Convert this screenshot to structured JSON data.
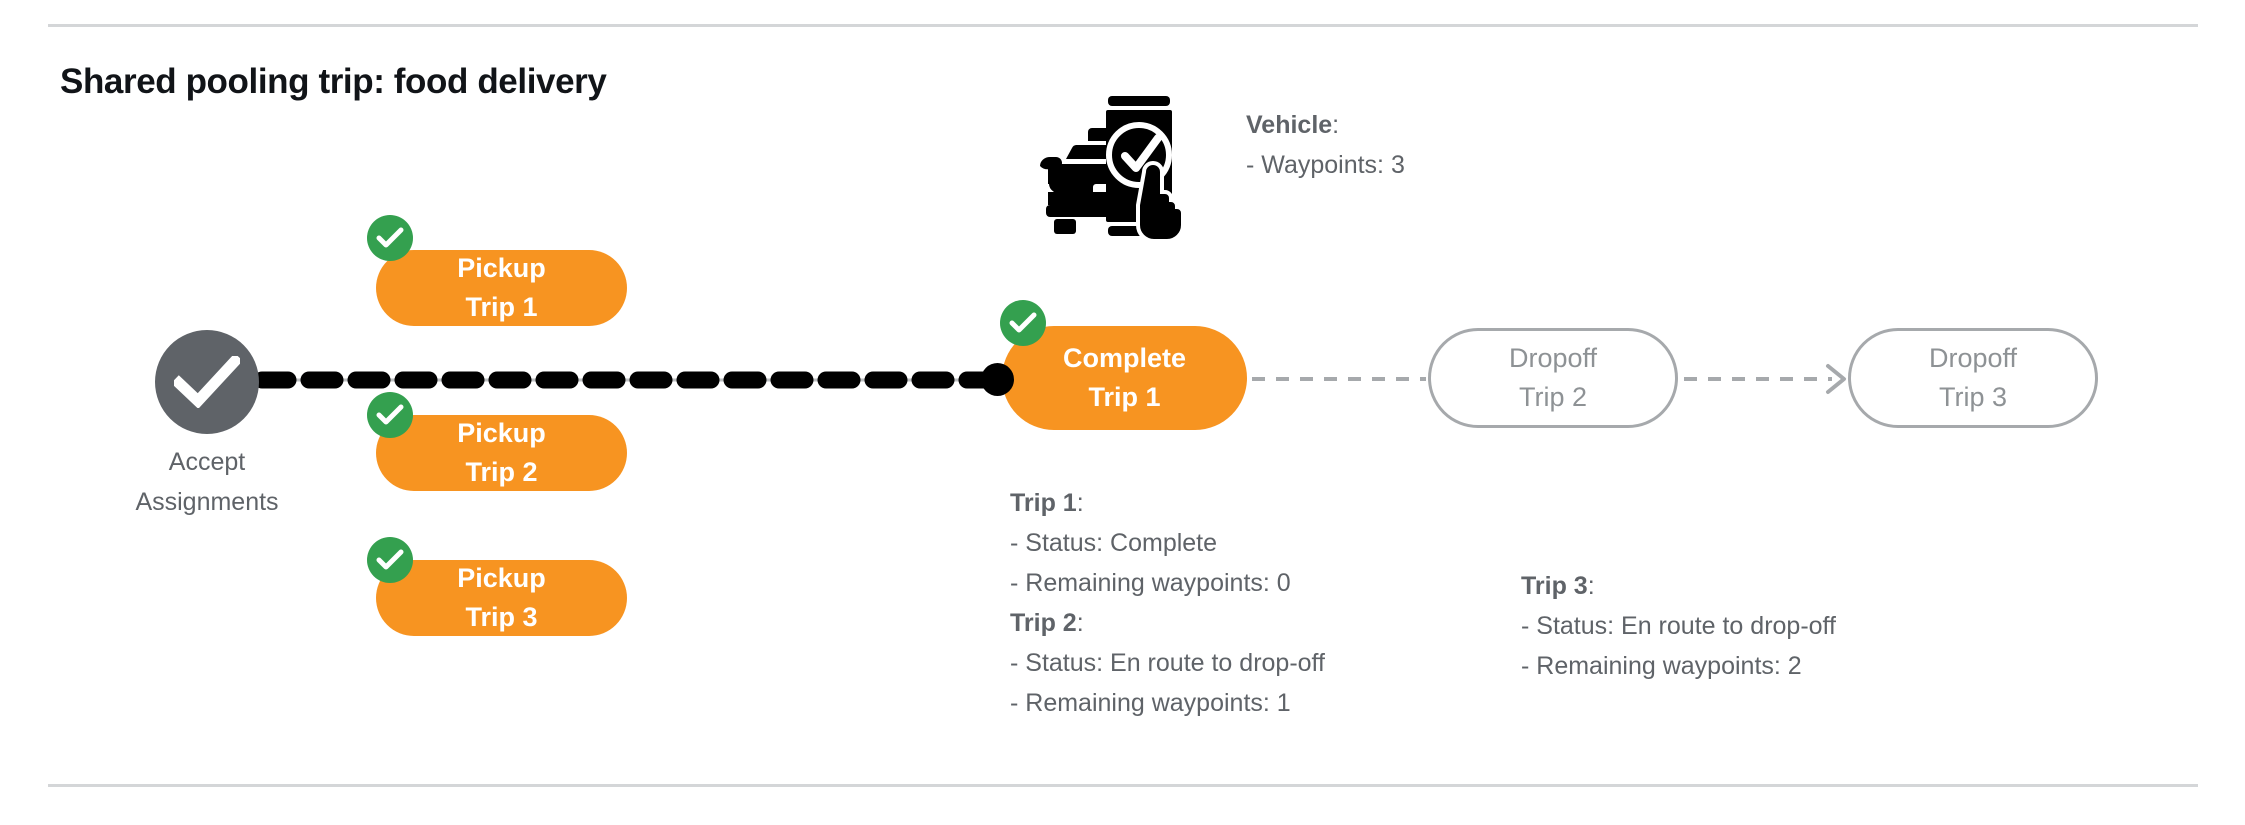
{
  "slide": {
    "title": "Shared pooling trip: food delivery",
    "colors": {
      "accent_orange": "#f79421",
      "check_green": "#34a04f",
      "node_gray": "#5f6368",
      "outline_gray": "#a6a9ac",
      "divider_gray": "#d4d6d8",
      "route_black": "#000000"
    }
  },
  "start_node": {
    "icon": "check-icon",
    "label_line1": "Accept",
    "label_line2": "Assignments"
  },
  "vehicle": {
    "icon": "vehicle-phone-check-icon",
    "heading": "Vehicle",
    "heading_suffix": ":",
    "detail": "- Waypoints: 3"
  },
  "pickups": [
    {
      "line1": "Pickup",
      "line2": "Trip 1",
      "badge": "check-icon",
      "completed": true
    },
    {
      "line1": "Pickup",
      "line2": "Trip 2",
      "badge": "check-icon",
      "completed": true
    },
    {
      "line1": "Pickup",
      "line2": "Trip 3",
      "badge": "check-icon",
      "completed": true
    }
  ],
  "complete_node": {
    "line1": "Complete",
    "line2": "Trip 1",
    "badge": "check-icon",
    "completed": true
  },
  "dropoffs": [
    {
      "line1": "Dropoff",
      "line2": "Trip 2",
      "completed": false
    },
    {
      "line1": "Dropoff",
      "line2": "Trip 3",
      "completed": false
    }
  ],
  "trip_details": {
    "left_column": [
      {
        "heading": "Trip 1",
        "heading_suffix": ":",
        "status": "- Status:  Complete",
        "waypoints": "- Remaining waypoints: 0"
      },
      {
        "heading": "Trip 2",
        "heading_suffix": ":",
        "status": "- Status:  En route to drop-off",
        "waypoints": "- Remaining waypoints: 1"
      }
    ],
    "right_column": [
      {
        "heading": "Trip 3",
        "heading_suffix": ":",
        "status": "- Status:  En route to drop-off",
        "waypoints": "- Remaining waypoints: 2"
      }
    ]
  }
}
